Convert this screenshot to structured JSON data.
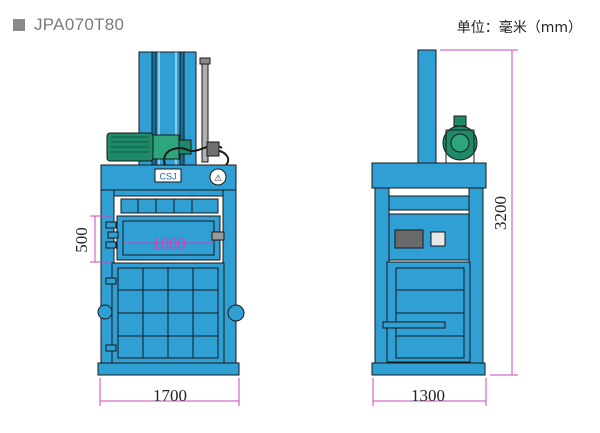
{
  "header": {
    "model": "JPA070T80",
    "unit_label": "单位：毫米（mm）"
  },
  "front_view": {
    "brand_plate": "CSJ",
    "dim_width": "1700",
    "dim_chamber_width": "1000",
    "dim_opening_height": "500"
  },
  "side_view": {
    "dim_depth": "1300",
    "dim_total_height": "3200"
  },
  "colors": {
    "machine_blue": "#2f9fd4",
    "outline": "#1a1a1a",
    "motor_green": "#1f8a6a",
    "dimension_magenta": "#cc44bb"
  }
}
